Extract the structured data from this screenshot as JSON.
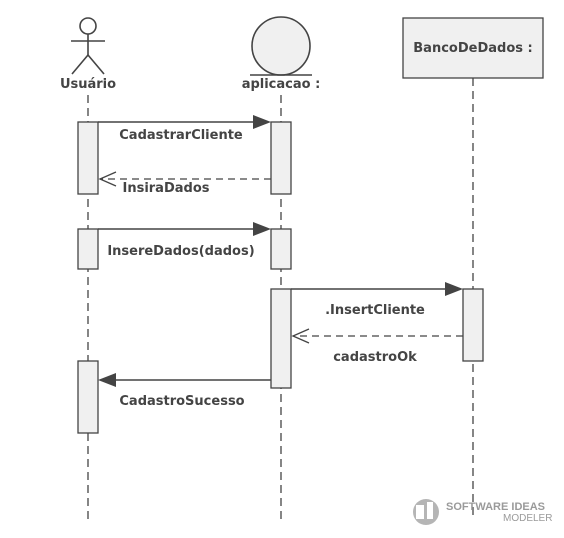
{
  "participants": {
    "usuario": {
      "label": "Usuário",
      "kind": "actor"
    },
    "aplicacao": {
      "label": "aplicacao :",
      "kind": "entity"
    },
    "banco": {
      "label": "BancoDeDados :",
      "kind": "box"
    }
  },
  "messages": {
    "m1": {
      "label": "CadastrarCliente",
      "style": "solid"
    },
    "m2": {
      "label": "InsiraDados",
      "style": "dashed-return"
    },
    "m3": {
      "label": "InsereDados(dados)",
      "style": "solid"
    },
    "m4": {
      "label": ".InsertCliente",
      "style": "solid"
    },
    "m5": {
      "label": "cadastroOk",
      "style": "dashed-return"
    },
    "m6": {
      "label": "CadastroSucesso",
      "style": "solid"
    }
  },
  "watermark": {
    "line1": "SOFTWARE IDEAS",
    "line2": "MODELER"
  },
  "colors": {
    "stroke": "#444444",
    "activation_fill": "#f0f0f0",
    "text": "#444444",
    "watermark": "#9a9a9a"
  }
}
